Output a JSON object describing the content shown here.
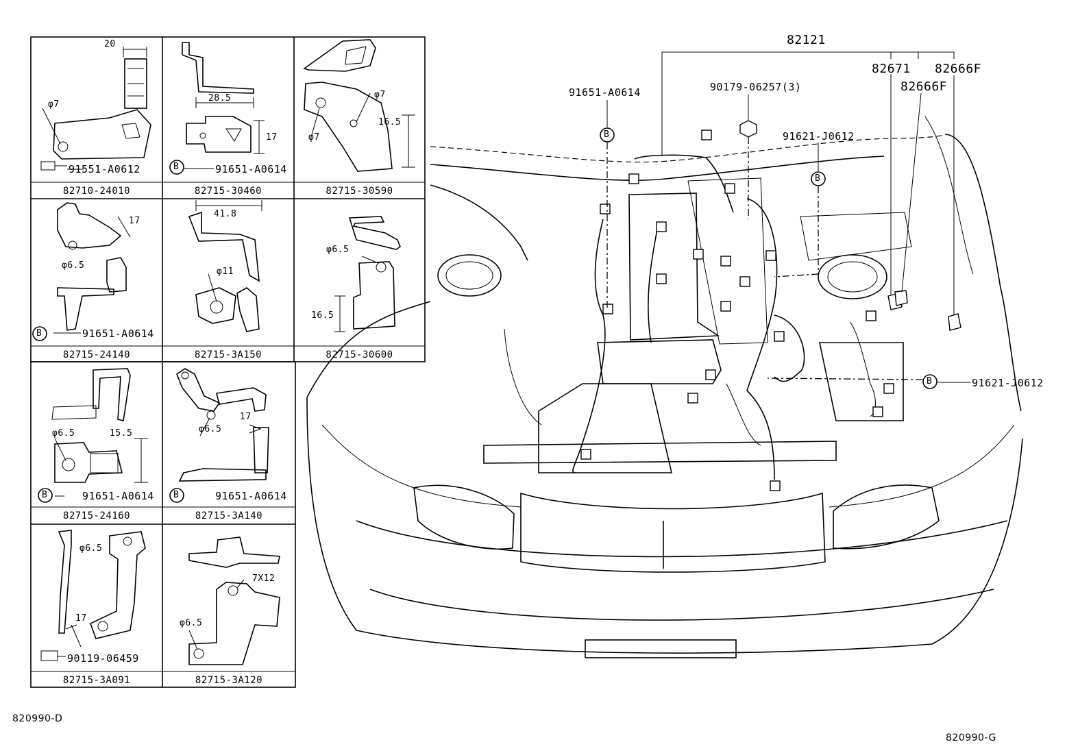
{
  "diagram": {
    "figure_left_code": "820990-D",
    "figure_right_code": "820990-G"
  },
  "main": {
    "harness": "82121",
    "clip_a": "82671",
    "clip_b": "82666F",
    "clip_c": "82666F",
    "bolt_left": "91651-A0614",
    "nut": "90179-06257(3)",
    "bolt_right_top": "91621-J0612",
    "bolt_right_mid": "91621-J0612",
    "callout_b": "B"
  },
  "details": [
    {
      "part": "82710-24010",
      "fastener": "91551-A0612",
      "dims": [
        "20",
        "φ7"
      ]
    },
    {
      "part": "82715-30460",
      "fastener": "91651-A0614",
      "dims": [
        "28.5",
        "17"
      ]
    },
    {
      "part": "82715-30590",
      "fastener": "",
      "dims": [
        "φ7",
        "16.5",
        "φ7"
      ]
    },
    {
      "part": "82715-24140",
      "fastener": "91651-A0614",
      "dims": [
        "17",
        "φ6.5"
      ]
    },
    {
      "part": "82715-3A150",
      "fastener": "",
      "dims": [
        "41.8",
        "φ11"
      ]
    },
    {
      "part": "82715-30600",
      "fastener": "",
      "dims": [
        "φ6.5",
        "16.5"
      ]
    },
    {
      "part": "82715-24160",
      "fastener": "91651-A0614",
      "dims": [
        "φ6.5",
        "15.5"
      ]
    },
    {
      "part": "82715-3A140",
      "fastener": "91651-A0614",
      "dims": [
        "φ6.5",
        "17"
      ]
    },
    {
      "part": "82715-3A091",
      "fastener": "90119-06459",
      "dims": [
        "φ6.5",
        "17"
      ]
    },
    {
      "part": "82715-3A120",
      "fastener": "",
      "dims": [
        "7X12",
        "φ6.5"
      ]
    }
  ]
}
